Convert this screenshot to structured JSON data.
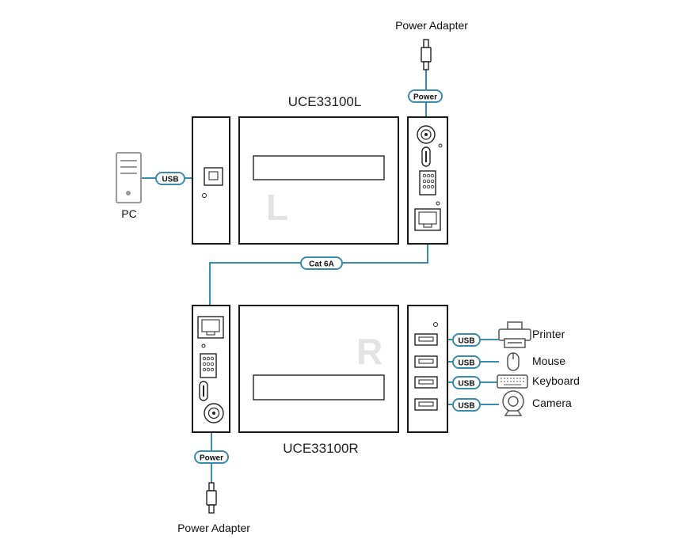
{
  "devices": {
    "local": {
      "name": "UCE33100L",
      "logo_letter": "L"
    },
    "remote": {
      "name": "UCE33100R",
      "logo_letter": "R"
    }
  },
  "connections": {
    "usb": "USB",
    "power": "Power",
    "cat": "Cat 6A"
  },
  "endpoints": {
    "pc": "PC",
    "power_adapter_top": "Power Adapter",
    "power_adapter_bottom": "Power Adapter",
    "peripherals": [
      "Printer",
      "Mouse",
      "Keyboard",
      "Camera"
    ]
  },
  "colors": {
    "cable": "#3a8bb0",
    "outline": "#1a1a1a",
    "gray": "#b8b8b8"
  }
}
